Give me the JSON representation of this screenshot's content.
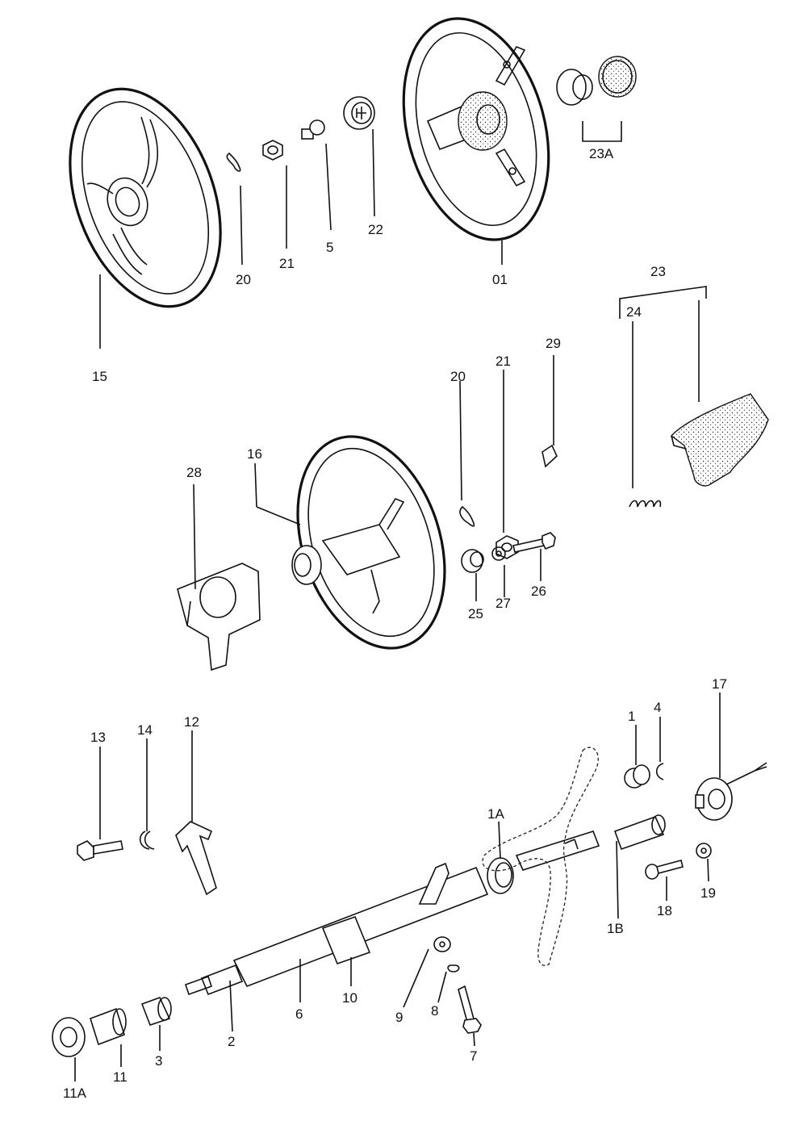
{
  "callouts": {
    "c15": "15",
    "c20a": "20",
    "c21a": "21",
    "c5": "5",
    "c22": "22",
    "c01": "01",
    "c23A": "23A",
    "c23": "23",
    "c24": "24",
    "c20b": "20",
    "c21b": "21",
    "c29": "29",
    "c28": "28",
    "c16": "16",
    "c25": "25",
    "c27": "27",
    "c26": "26",
    "c17": "17",
    "c1": "1",
    "c4": "4",
    "c13": "13",
    "c14": "14",
    "c12": "12",
    "c1A": "1A",
    "c1B": "1B",
    "c18": "18",
    "c19": "19",
    "c9": "9",
    "c8": "8",
    "c7": "7",
    "c10": "10",
    "c6": "6",
    "c2": "2",
    "c3": "3",
    "c11": "11",
    "c11A": "11A"
  }
}
